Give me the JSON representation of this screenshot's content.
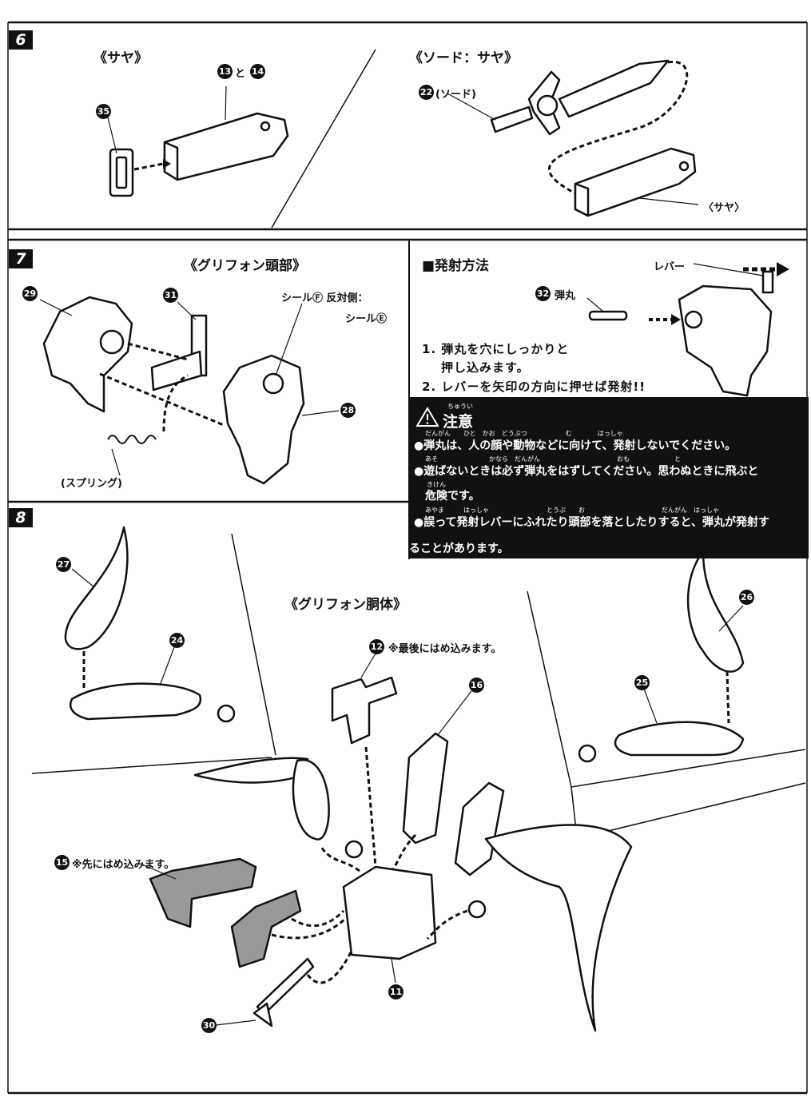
{
  "steps": [
    {
      "number": "6"
    },
    {
      "number": "7"
    },
    {
      "number": "8"
    }
  ],
  "step6": {
    "left_title": "《サヤ》",
    "right_title": "《ソード：サヤ》",
    "part_13_14": {
      "a": "13",
      "conj": "と",
      "b": "14"
    },
    "part_35": "35",
    "part_22": "22",
    "sword_label": "(ソード)",
    "saya_label": "〈サヤ〉"
  },
  "step7": {
    "title": "《グリフォン頭部》",
    "part_29": "29",
    "part_31": "31",
    "part_28": "28",
    "seal_label": "シールⒻ 反対側：",
    "seal_label2": "シールⒺ",
    "spring_label": "(スプリング)"
  },
  "firing": {
    "title": "■発射方法",
    "lever_label": "レバー",
    "part_32": "32",
    "bullet_label": "弾丸",
    "instruction_1a": "1. 弾丸を穴にしっかりと",
    "instruction_1b": "押し込みます。",
    "instruction_2": "2. レバーを矢印の方向に押せば発射!!"
  },
  "caution": {
    "ruby_head": "ちゅうい",
    "heading": "注意",
    "line1": "●弾丸は、人の顔や動物などに向けて、発射しないでください。",
    "line2": "●遊ばないときは必ず弾丸をはずしてください。思わぬときに飛ぶと",
    "line3": "危険です。",
    "line4": "●誤って発射レバーにふれたり頭部を落としたりすると、弾丸が発射す",
    "line5": "ることがあります。",
    "ruby1": "だんがん　　ひと　かお　どうぶつ　　　　　　む　　　　はっしゃ",
    "ruby2": "あそ　　　　　　　　かなら　だんがん　　　　　　　　　　　　おも　　　　　　　と",
    "ruby3": "きけん",
    "ruby4": "あやま　　　はっしゃ　　　　　　　　　とうぶ　　お　　　　　　　　　　　　だんがん　はっしゃ"
  },
  "step8": {
    "title": "《グリフォン胴体》",
    "part_27": "27",
    "part_24": "24",
    "part_26": "26",
    "part_25": "25",
    "part_12": "12",
    "note_12": "※最後にはめ込みます。",
    "part_16": "16",
    "part_15": "15",
    "note_15": "※先にはめ込みます。",
    "part_11": "11",
    "part_30": "30"
  }
}
